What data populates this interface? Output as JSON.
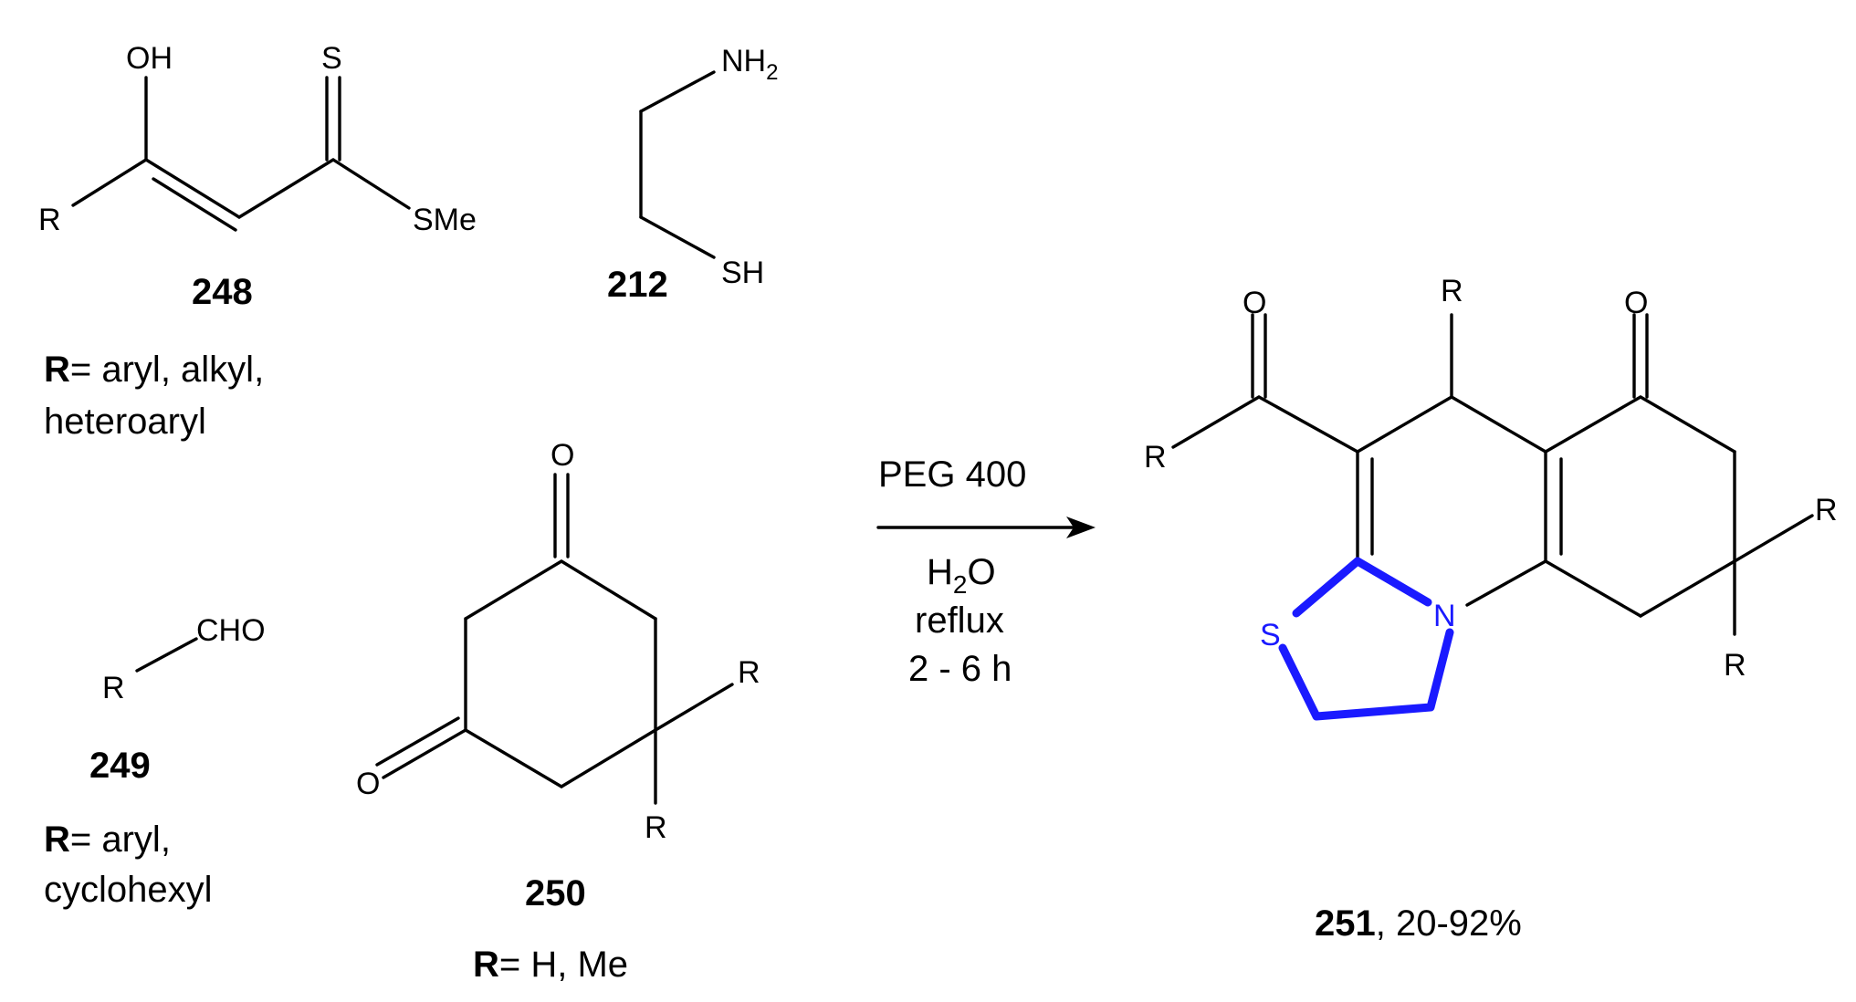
{
  "compounds": {
    "c248": {
      "label": "248",
      "atoms": {
        "oh": "OH",
        "s": "S",
        "r": "R",
        "sme": "SMe"
      },
      "r_def_bold": "R",
      "r_def_line1": "= aryl, alkyl,",
      "r_def_line2": "heteroaryl"
    },
    "c212": {
      "label": "212",
      "atoms": {
        "nh2_main": "NH",
        "nh2_sub": "2",
        "sh": "SH"
      }
    },
    "c249": {
      "label": "249",
      "atoms": {
        "cho": "CHO",
        "r": "R"
      },
      "r_def_bold": "R",
      "r_def_line1": "= aryl,",
      "r_def_line2": "cyclohexyl"
    },
    "c250": {
      "label": "250",
      "atoms": {
        "o_top": "O",
        "o_left": "O",
        "r1": "R",
        "r2": "R"
      },
      "r_def_bold": "R",
      "r_def_line1": "= H, Me"
    },
    "c251": {
      "label": "251",
      "yield": ", 20-92%",
      "atoms": {
        "o1": "O",
        "o2": "O",
        "r_top": "R",
        "r_left": "R",
        "r_right1": "R",
        "r_right2": "R",
        "s": "S",
        "n": "N"
      }
    }
  },
  "conditions": {
    "reagent": "PEG 400",
    "solvent_main": "H",
    "solvent_sub": "2",
    "solvent_tail": "O",
    "line2": "reflux",
    "line3": "2 - 6 h"
  },
  "colors": {
    "highlight": "#1a1aff",
    "ink": "#000000"
  }
}
